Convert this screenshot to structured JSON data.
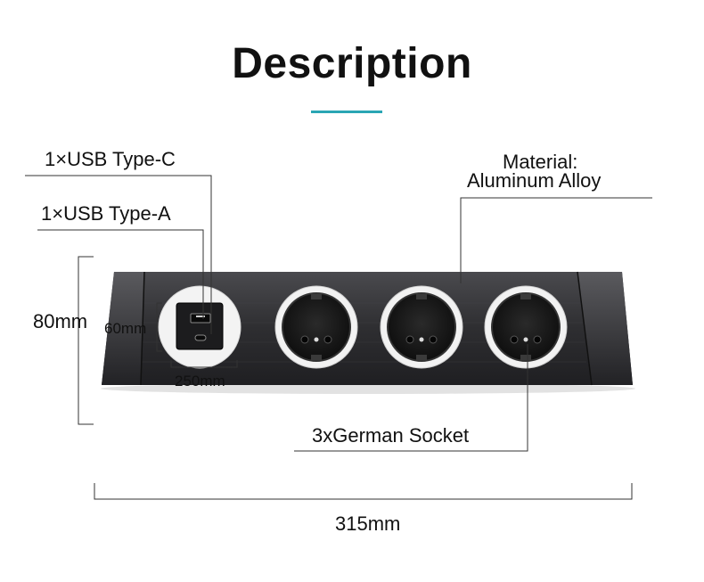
{
  "title": "Description",
  "labels": {
    "usb_c": "1×USB Type-C",
    "usb_a": "1×USB Type-A",
    "material_line1": "Material:",
    "material_line2": "Aluminum Alloy",
    "height": "80mm",
    "module_height": "60mm",
    "module_width": "250mm",
    "sockets": "3xGerman Socket",
    "width": "315mm"
  },
  "colors": {
    "accent": "#2aa6b4",
    "body": "#2b2b2d",
    "socket_ring": "#f2f2f2"
  }
}
